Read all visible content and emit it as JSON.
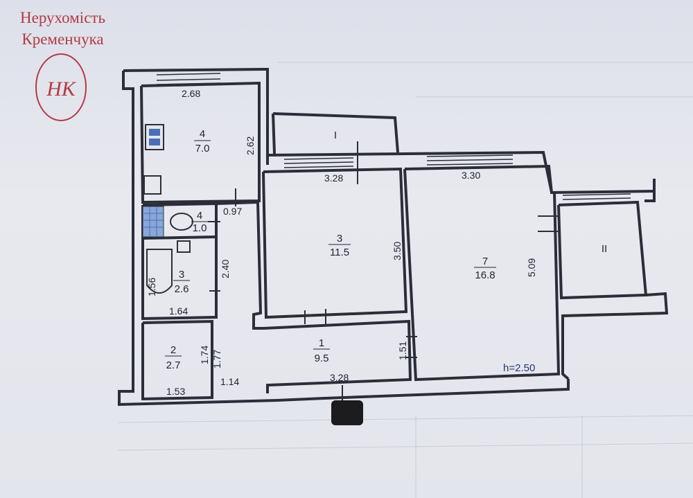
{
  "brand": {
    "line1": "Нерухомість",
    "line2": "Кременчука",
    "logo_text": "НК",
    "color": "#b33a44"
  },
  "colors": {
    "wall": "#2b2d38",
    "paper": "#e4e6ee",
    "tile": "#4a6fb8"
  },
  "rooms": [
    {
      "id": "kitchen",
      "number": "4",
      "area": "7.0",
      "dims": [
        "2.68",
        "2.62"
      ]
    },
    {
      "id": "toilet",
      "number": "4",
      "area": "1.0",
      "dims": [
        "0.97"
      ]
    },
    {
      "id": "bathroom",
      "number": "3",
      "area": "2.6",
      "dims": [
        "1.56",
        "1.64",
        "2.40"
      ]
    },
    {
      "id": "storage",
      "number": "2",
      "area": "2.7",
      "dims": [
        "1.74",
        "1.77",
        "1.53"
      ]
    },
    {
      "id": "hall",
      "number": "1",
      "area": "9.5",
      "dims": [
        "1.14",
        "3.28",
        "1.51"
      ]
    },
    {
      "id": "room3",
      "number": "3",
      "area": "11.5",
      "dims": [
        "3.28",
        "3.50"
      ]
    },
    {
      "id": "room7",
      "number": "7",
      "area": "16.8",
      "dims": [
        "3.30",
        "5.09"
      ]
    }
  ],
  "balconies": [
    {
      "id": "balcony-1",
      "label": "I"
    },
    {
      "id": "balcony-2",
      "label": "II"
    }
  ],
  "ceiling_height": "h=2.50"
}
